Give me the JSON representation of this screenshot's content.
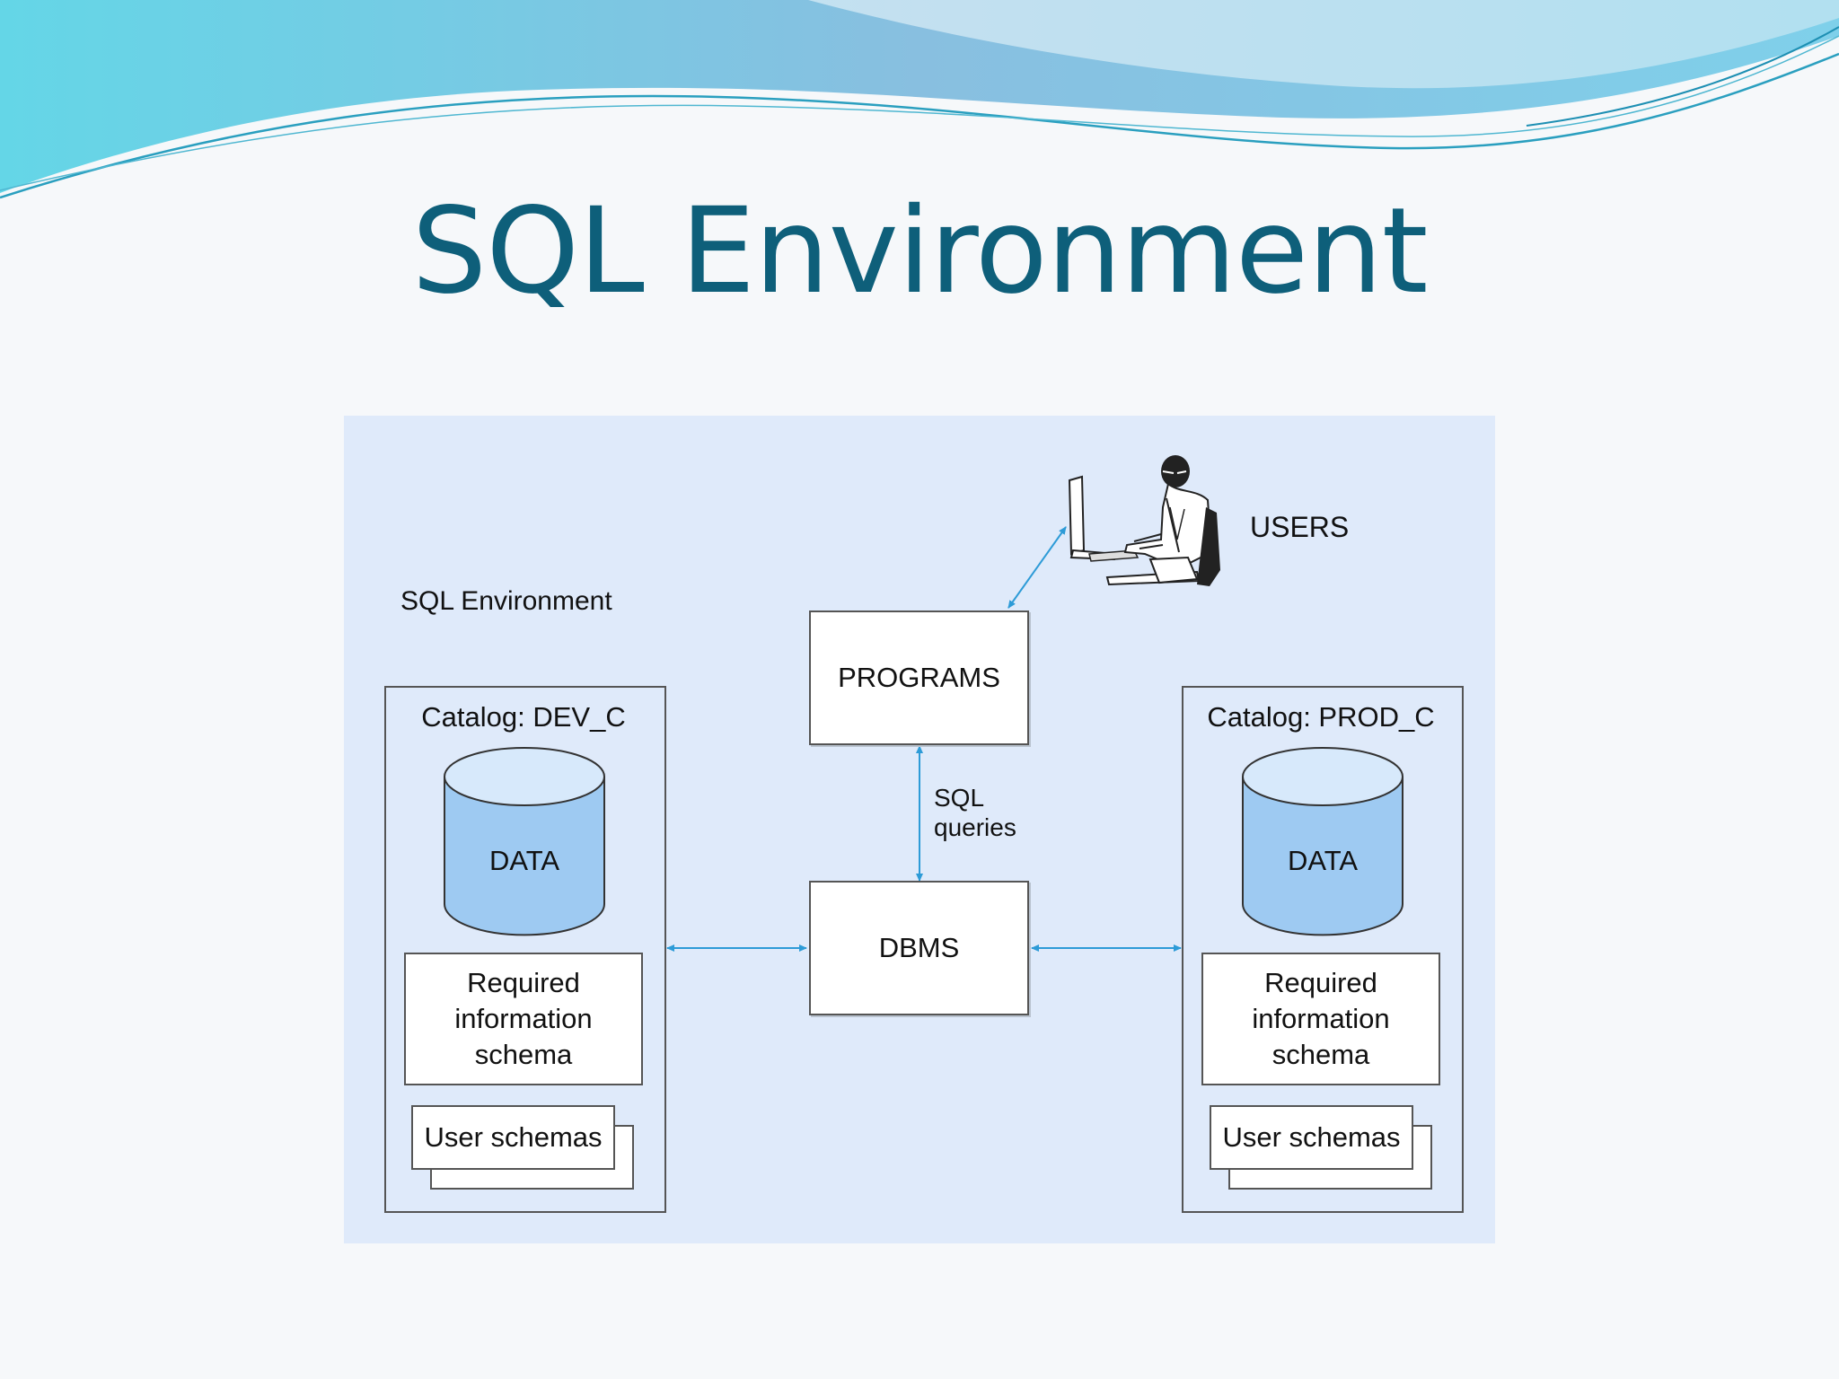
{
  "slide": {
    "title": "SQL Environment"
  },
  "diagram": {
    "environment_label": "SQL Environment",
    "users_label": "USERS",
    "programs_label": "PROGRAMS",
    "dbms_label": "DBMS",
    "sql_queries_line1": "SQL",
    "sql_queries_line2": "queries",
    "catalogs": [
      {
        "label": "Catalog: DEV_C",
        "data_label": "DATA",
        "schema_lines": [
          "Required",
          "information",
          "schema"
        ],
        "user_schemas_label": "User schemas"
      },
      {
        "label": "Catalog: PROD_C",
        "data_label": "DATA",
        "schema_lines": [
          "Required",
          "information",
          "schema"
        ],
        "user_schemas_label": "User schemas"
      }
    ]
  },
  "colors": {
    "title": "#0e5f7a",
    "panel": "#dfeafa",
    "cylinder": "#9ecaf2",
    "arrow": "#2d9bd7"
  }
}
